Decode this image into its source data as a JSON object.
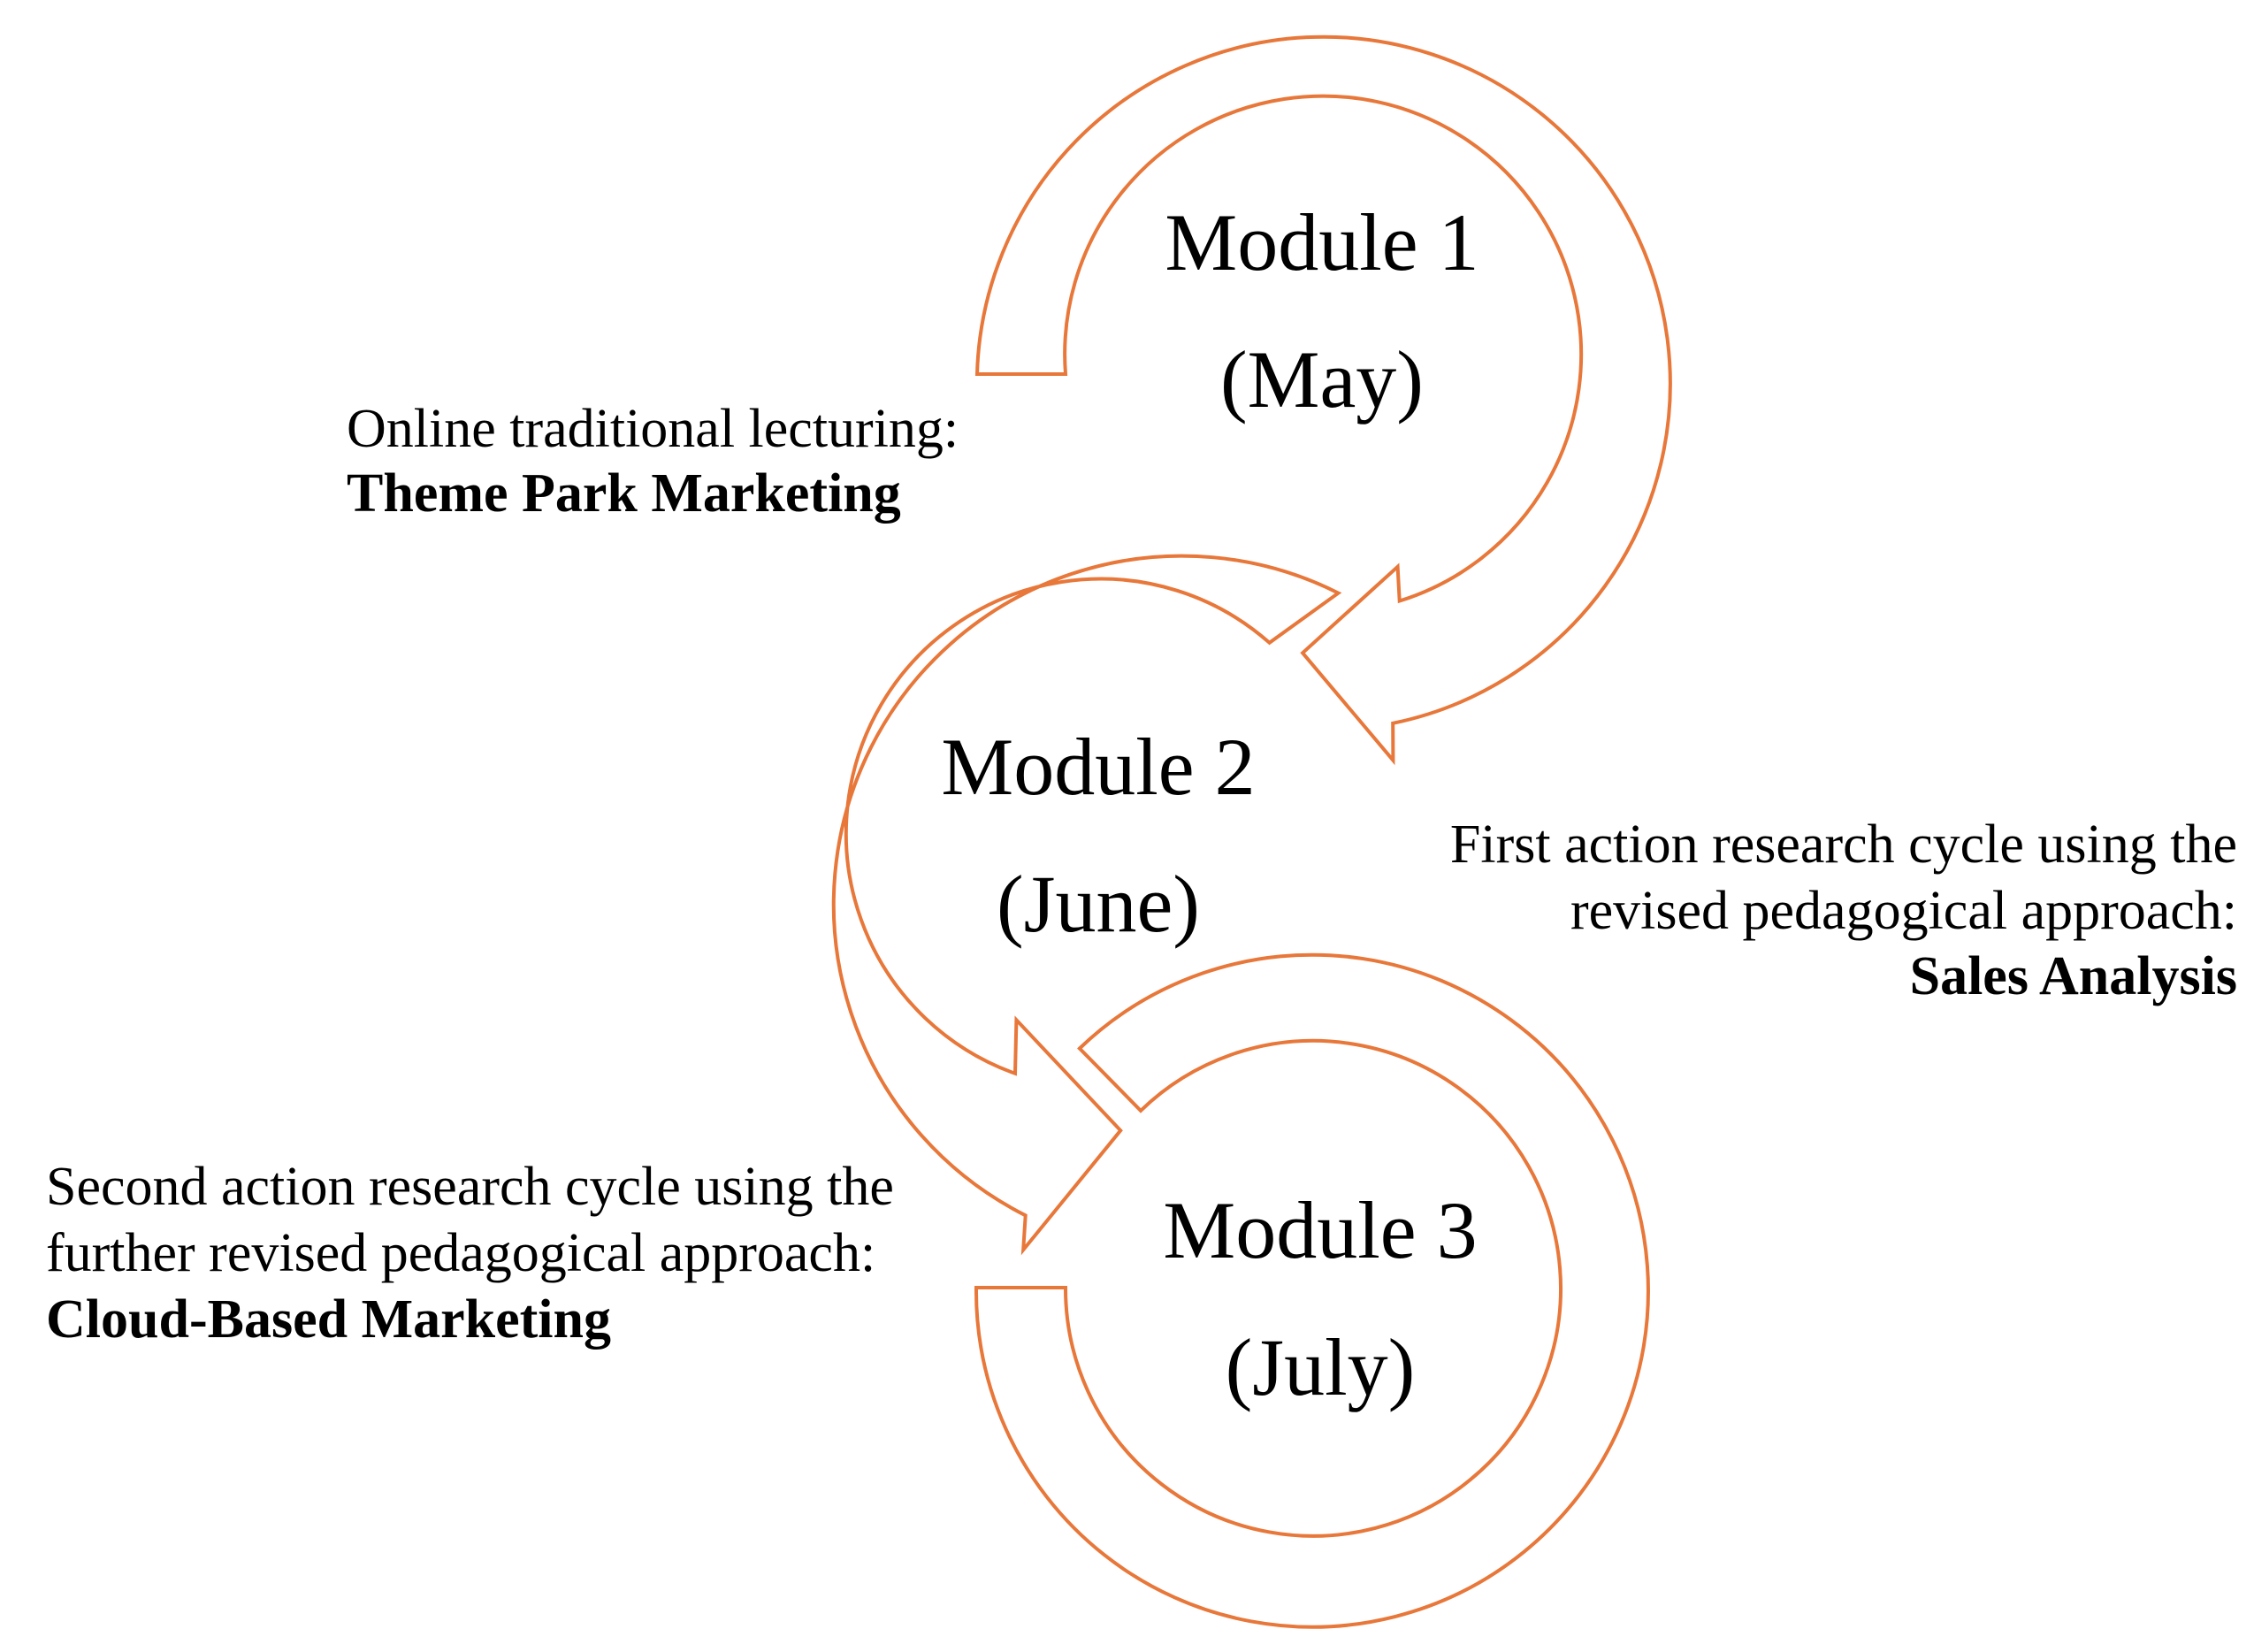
{
  "colors": {
    "arrow_stroke": "#E8773A",
    "arrow_fill": "#FFFFFF",
    "text": "#000000"
  },
  "modules": [
    {
      "title": "Module 1",
      "period": "(May)"
    },
    {
      "title": "Module 2",
      "period": "(June)"
    },
    {
      "title": "Module 3",
      "period": "(July)"
    }
  ],
  "annotations": [
    {
      "lines": [
        "Online traditional lecturing:"
      ],
      "emphasis": "Theme Park Marketing"
    },
    {
      "lines": [
        "First action research cycle using the",
        "revised pedagogical approach:"
      ],
      "emphasis": "Sales Analysis"
    },
    {
      "lines": [
        "Second action research cycle using the",
        "further revised pedagogical approach:"
      ],
      "emphasis": "Cloud-Based Marketing"
    }
  ]
}
